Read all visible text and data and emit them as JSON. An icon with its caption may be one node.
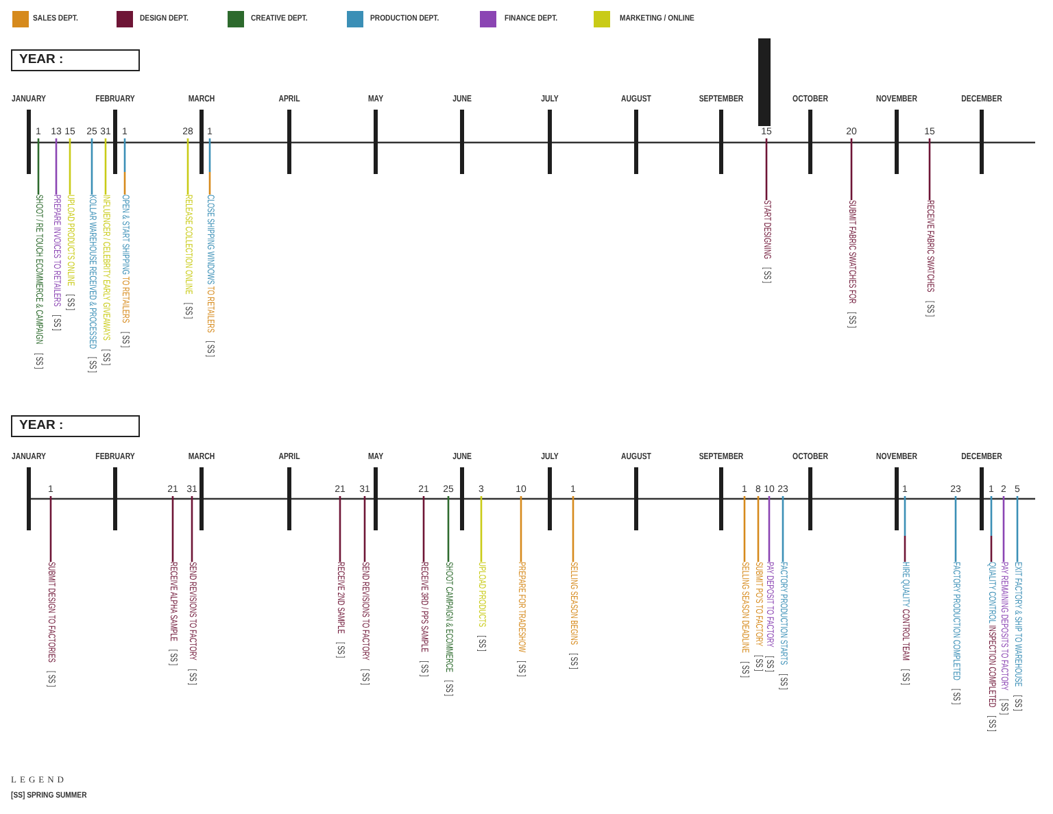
{
  "diagram": {
    "nodes": [
      {
        "text": [
          "YEAR :"
        ]
      },
      {
        "text": [
          "1"
        ]
      },
      {
        "text": [
          "SHOOT / RE TOUCH ECOMMERCE & CAMPAIGN",
          "[ SS ]"
        ]
      },
      {
        "text": [
          "13"
        ]
      },
      {
        "text": [
          "PREPARE INVOICES TO RETAILERS",
          "[ SS ]"
        ]
      },
      {
        "text": [
          "15"
        ]
      },
      {
        "text": [
          "UPLOAD PRODUCTS ONLINE",
          "[ SS ]"
        ]
      },
      {
        "text": [
          "25"
        ]
      },
      {
        "text": [
          "KOLLAR WAREHOUSE RECEIVED & PROCESSED",
          "[ SS ]"
        ]
      },
      {
        "text": [
          "31"
        ]
      },
      {
        "text": [
          "INFLUENCER / CELEBRITY EARLY GIVEAWAYS",
          "[ SS ]"
        ]
      },
      {
        "text": [
          "1"
        ]
      },
      {
        "text": [
          "OPEN & START SHIPPING TO RETAILERS",
          "[ SS ]"
        ]
      },
      {
        "text": [
          "28"
        ]
      },
      {
        "text": [
          "RELEASE COLLECTION ONLINE",
          "[ SS ]"
        ]
      },
      {
        "text": [
          "1"
        ]
      },
      {
        "text": [
          "CLOSE SHIPPING WINDOWS TO RETAILERS",
          "[ SS ]"
        ]
      },
      {
        "text": [
          "15"
        ]
      },
      {
        "text": [
          "START DESIGNING",
          "[ SS ]"
        ]
      },
      {
        "text": [
          "20"
        ]
      },
      {
        "text": [
          "SUBMIT FABRIC SWATCHES FOR",
          "[ SS ]"
        ]
      },
      {
        "text": [
          "15"
        ]
      },
      {
        "text": [
          "RECEIVE FABRIC SWATCHES",
          "[ SS ]"
        ]
      },
      {
        "text": [
          "YEAR :"
        ]
      },
      {
        "text": [
          "1"
        ]
      },
      {
        "text": [
          "SUBMIT DESIGN TO FACTORIES",
          "[ SS ]"
        ]
      },
      {
        "text": [
          "21"
        ]
      },
      {
        "text": [
          "RECEIVE ALPHA SAMPLE",
          "[ SS ]"
        ]
      },
      {
        "text": [
          "31"
        ]
      },
      {
        "text": [
          "SEND REVISIONS TO FACTORY",
          "[ SS ]"
        ]
      },
      {
        "text": [
          "21"
        ]
      },
      {
        "text": [
          "RECEIVE 2ND SAMPLE",
          "[ SS ]"
        ]
      },
      {
        "text": [
          "31"
        ]
      },
      {
        "text": [
          "SEND REVISIONS TO FACTORY",
          "[ SS ]"
        ]
      },
      {
        "text": [
          "21"
        ]
      },
      {
        "text": [
          "RECEIVE 3RD / PPS SAMPLE",
          "[ SS ]"
        ]
      },
      {
        "text": [
          "25"
        ]
      },
      {
        "text": [
          "SHOOT CAMPAIGN & ECOMMERCE",
          "[ SS ]"
        ]
      },
      {
        "text": [
          "3"
        ]
      },
      {
        "text": [
          "UPLOAD PRODUCTS",
          "[ SS ]"
        ]
      },
      {
        "text": [
          "10"
        ]
      },
      {
        "text": [
          "PREPARE FOR TRADESHOW",
          "[ SS ]"
        ]
      },
      {
        "text": [
          "1"
        ]
      },
      {
        "text": [
          "SELLING SEASON BEGINS",
          "[ SS ]"
        ]
      },
      {
        "text": [
          "1"
        ]
      },
      {
        "text": [
          "SELLING SEASON DEADLINE",
          "[ SS ]"
        ]
      },
      {
        "text": [
          "8"
        ]
      },
      {
        "text": [
          "SUBMIT PO'S TO FACTORY",
          "[ SS ]"
        ]
      },
      {
        "text": [
          "10"
        ]
      },
      {
        "text": [
          "PAY DEPOSIT TO FACTORY",
          "[ SS ]"
        ]
      },
      {
        "text": [
          "23"
        ]
      },
      {
        "text": [
          "FACTORY PRODUCTION STARTS",
          "[ SS ]"
        ]
      },
      {
        "text": [
          "1"
        ]
      },
      {
        "text": [
          "HIRE QUALITY CONTROL TEAM",
          "[ SS ]"
        ]
      },
      {
        "text": [
          "23"
        ]
      },
      {
        "text": [
          "FACTORY PRODUCTION COMPLETED",
          "[ SS ]"
        ]
      },
      {
        "text": [
          "1"
        ]
      },
      {
        "text": [
          "QUALITY CONTROL INSPECTION COMPLETED",
          "[ SS ]"
        ]
      },
      {
        "text": [
          "2"
        ]
      },
      {
        "text": [
          "PAY REMAINING DEPOSITS TO FACTORY",
          "[ SS ]"
        ]
      },
      {
        "text": [
          "5"
        ]
      },
      {
        "text": [
          "EXIT FACTORY & SHIP TO WAREHOUSE",
          "[ SS ]"
        ]
      }
    ],
    "edges": [
      {
        "from": 2,
        "to": 1,
        "arrow": "none",
        "color": "#2d6a2d"
      },
      {
        "from": 4,
        "to": 3,
        "arrow": "none",
        "color": "#8b45b3"
      },
      {
        "from": 6,
        "to": 5,
        "arrow": "none",
        "color": "#c9cb17"
      },
      {
        "from": 8,
        "to": 7,
        "arrow": "none",
        "color": "#3b8fb6"
      },
      {
        "from": 10,
        "to": 9,
        "arrow": "none",
        "color": "#c9cb17"
      },
      {
        "from": 12,
        "to": 11,
        "arrow": "none",
        "color": "#3b8fb6"
      },
      {
        "from": 14,
        "to": 13,
        "arrow": "none",
        "color": "#c9cb17"
      },
      {
        "from": 16,
        "to": 15,
        "arrow": "none",
        "color": "#3b8fb6"
      },
      {
        "from": 18,
        "to": 17,
        "arrow": "none",
        "color": "#6e1536"
      },
      {
        "from": 20,
        "to": 19,
        "arrow": "none",
        "color": "#6e1536"
      },
      {
        "from": 22,
        "to": 21,
        "arrow": "none",
        "color": "#6e1536"
      },
      {
        "from": 25,
        "to": 24,
        "arrow": "none",
        "color": "#6e1536"
      },
      {
        "from": 27,
        "to": 26,
        "arrow": "none",
        "color": "#6e1536"
      },
      {
        "from": 29,
        "to": 28,
        "arrow": "none",
        "color": "#6e1536"
      },
      {
        "from": 31,
        "to": 30,
        "arrow": "none",
        "color": "#6e1536"
      },
      {
        "from": 33,
        "to": 32,
        "arrow": "none",
        "color": "#6e1536"
      },
      {
        "from": 35,
        "to": 34,
        "arrow": "none",
        "color": "#6e1536"
      },
      {
        "from": 37,
        "to": 36,
        "arrow": "none",
        "color": "#2d6a2d"
      },
      {
        "from": 39,
        "to": 38,
        "arrow": "none",
        "color": "#c9cb17"
      },
      {
        "from": 41,
        "to": 40,
        "arrow": "none",
        "color": "#d68a1c"
      },
      {
        "from": 43,
        "to": 42,
        "arrow": "none",
        "color": "#d68a1c"
      },
      {
        "from": 45,
        "to": 44,
        "arrow": "none",
        "color": "#d68a1c"
      },
      {
        "from": 47,
        "to": 46,
        "arrow": "none",
        "color": "#d68a1c"
      },
      {
        "from": 49,
        "to": 48,
        "arrow": "none",
        "color": "#8b45b3"
      },
      {
        "from": 51,
        "to": 50,
        "arrow": "none",
        "color": "#3b8fb6"
      },
      {
        "from": 53,
        "to": 52,
        "arrow": "none",
        "color": "#3b8fb6"
      },
      {
        "from": 55,
        "to": 54,
        "arrow": "none",
        "color": "#3b8fb6"
      },
      {
        "from": 57,
        "to": 56,
        "arrow": "none",
        "color": "#3b8fb6"
      },
      {
        "from": 59,
        "to": 58,
        "arrow": "none",
        "color": "#8b45b3"
      },
      {
        "from": 61,
        "to": 60,
        "arrow": "none",
        "color": "#3b8fb6"
      }
    ],
    "labels": [
      "JANUARY",
      "FEBRUARY",
      "MARCH",
      "APRIL",
      "MAY",
      "JUNE",
      "JULY",
      "AUGUST",
      "SEPTEMBER",
      "OCTOBER",
      "NOVEMBER",
      "DECEMBER",
      "JANUARY",
      "FEBRUARY",
      "MARCH",
      "APRIL",
      "MAY",
      "JUNE",
      "JULY",
      "AUGUST",
      "SEPTEMBER",
      "OCTOBER",
      "NOVEMBER",
      "DECEMBER",
      "LEGEND",
      "[SS] SPRING SUMMER"
    ],
    "legend": [
      {
        "text": "SALES DEPT.",
        "color": "#d68a1c"
      },
      {
        "text": "DESIGN DEPT.",
        "color": "#6e1536"
      },
      {
        "text": "CREATIVE DEPT.",
        "color": "#2d6a2d"
      },
      {
        "text": "PRODUCTION DEPT.",
        "color": "#3b8fb6"
      },
      {
        "text": "FINANCE DEPT.",
        "color": "#8b45b3"
      },
      {
        "text": "MARKETING / ONLINE",
        "color": "#c9cb17"
      }
    ]
  }
}
